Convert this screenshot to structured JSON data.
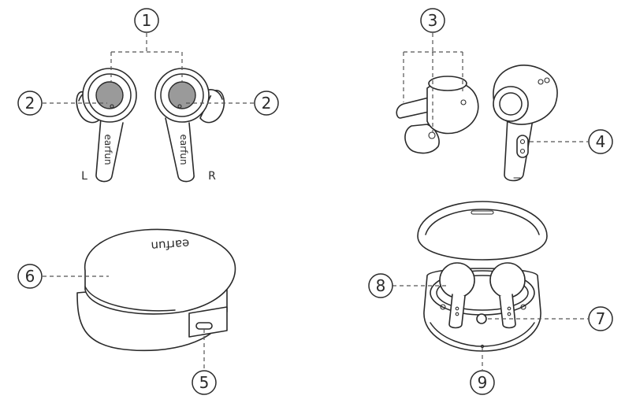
{
  "callouts": [
    "1",
    "2",
    "2",
    "3",
    "4",
    "5",
    "6",
    "7",
    "8",
    "9"
  ],
  "side_labels": {
    "left": "L",
    "right": "R"
  },
  "brand_text": "earfun",
  "colors": {
    "line": "#2a2a2a",
    "sensor_fill": "#9a9a9a",
    "background": "#ffffff"
  }
}
